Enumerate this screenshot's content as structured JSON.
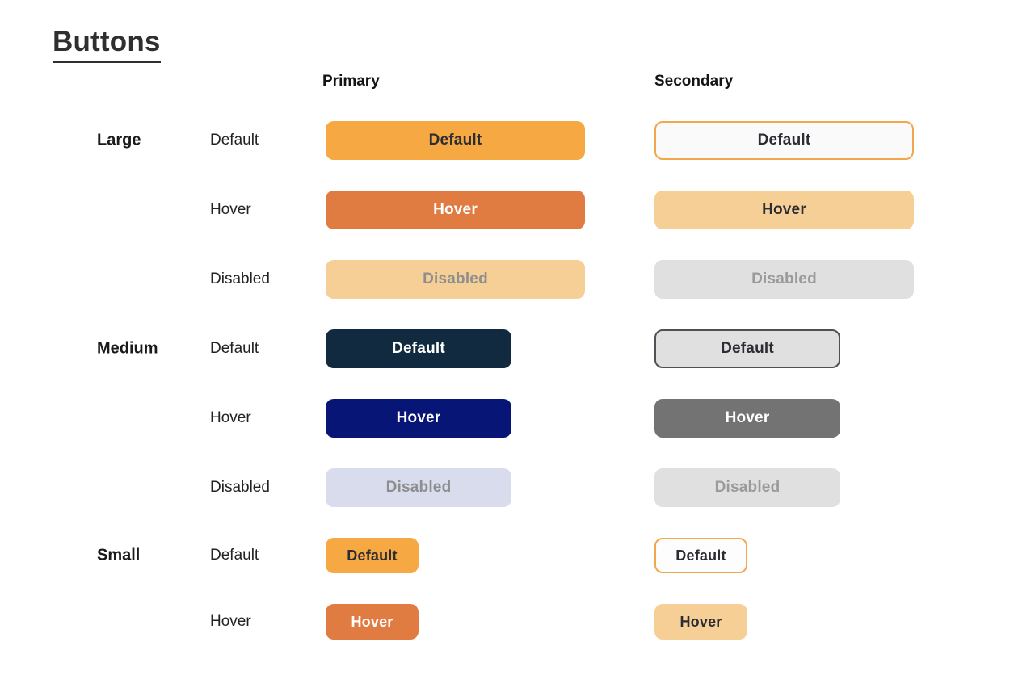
{
  "page": {
    "title": "Buttons"
  },
  "columns": {
    "primary": "Primary",
    "secondary": "Secondary"
  },
  "colors": {
    "accent_orange": "#F6A843",
    "accent_orange_hover": "#E07B42",
    "peach_light": "#F6CF96",
    "navy": "#112A3F",
    "royal_blue": "#071676",
    "lavender_gray": "#D8DCEC",
    "neutral_gray_light": "#E0E0E0",
    "neutral_gray_mid": "#737373",
    "text_dark": "#2B2D33",
    "text_disabled": "#8E8E8E"
  },
  "rows": [
    {
      "size": "Large",
      "state": "Default",
      "primary": {
        "label": "Default",
        "bg": "#F6A843",
        "fg": "#2B2D33"
      },
      "secondary": {
        "label": "Default",
        "bg": "#FAFAFA",
        "fg": "#2B2D33",
        "border": "#F2A74E"
      }
    },
    {
      "state": "Hover",
      "primary": {
        "label": "Hover",
        "bg": "#E07B42",
        "fg": "#FFFFFF"
      },
      "secondary": {
        "label": "Hover",
        "bg": "#F6CF96",
        "fg": "#2B2D33"
      }
    },
    {
      "state": "Disabled",
      "primary": {
        "label": "Disabled",
        "bg": "#F6CF96",
        "fg": "#8E8E8E"
      },
      "secondary": {
        "label": "Disabled",
        "bg": "#E0E0E0",
        "fg": "#9A9A9A"
      }
    },
    {
      "size": "Medium",
      "state": "Default",
      "primary": {
        "label": "Default",
        "bg": "#112A3F",
        "fg": "#FFFFFF"
      },
      "secondary": {
        "label": "Default",
        "bg": "#E0E0E0",
        "fg": "#2B2D33",
        "border": "#4E5256"
      }
    },
    {
      "state": "Hover",
      "primary": {
        "label": "Hover",
        "bg": "#071676",
        "fg": "#FFFFFF"
      },
      "secondary": {
        "label": "Hover",
        "bg": "#737373",
        "fg": "#FFFFFF"
      }
    },
    {
      "state": "Disabled",
      "primary": {
        "label": "Disabled",
        "bg": "#D8DCEC",
        "fg": "#8E8E8E"
      },
      "secondary": {
        "label": "Disabled",
        "bg": "#E0E0E0",
        "fg": "#9A9A9A"
      }
    },
    {
      "size": "Small",
      "state": "Default",
      "primary": {
        "label": "Default",
        "bg": "#F6A843",
        "fg": "#2B2D33"
      },
      "secondary": {
        "label": "Default",
        "bg": "#FDFDFD",
        "fg": "#2B2D33",
        "border": "#F2A74E"
      }
    },
    {
      "state": "Hover",
      "primary": {
        "label": "Hover",
        "bg": "#E07B42",
        "fg": "#FFFFFF"
      },
      "secondary": {
        "label": "Hover",
        "bg": "#F6CF96",
        "fg": "#2B2D33"
      }
    }
  ]
}
